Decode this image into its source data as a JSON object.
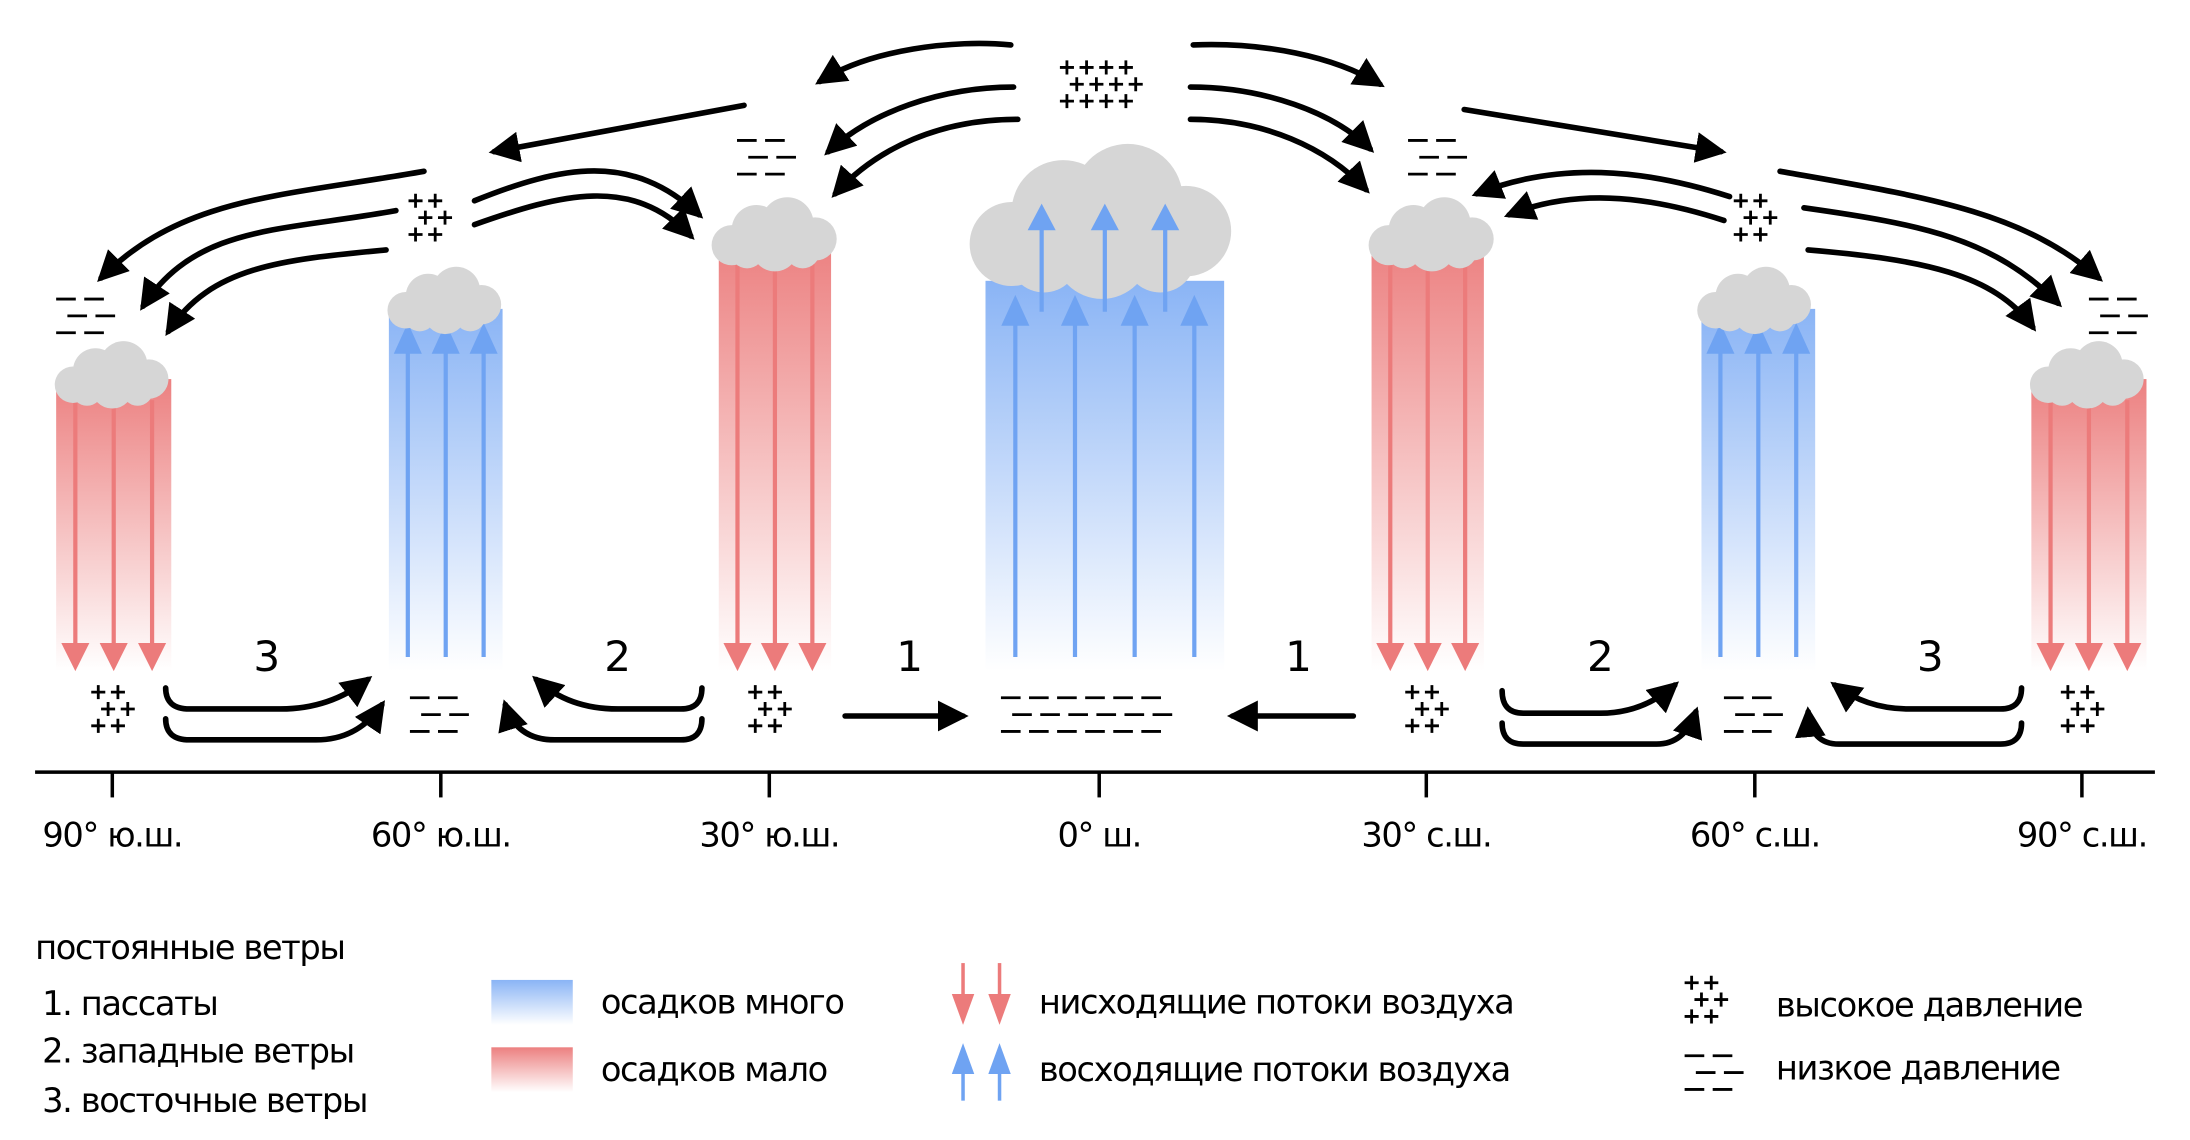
{
  "colors": {
    "descending_air": "#ec7b7b",
    "rising_air": "#6fa3f2",
    "low_precipitation": "#ec8585",
    "high_precipitation": "#8ab4f5",
    "cloud": "#d6d6d6",
    "wind": "#000000"
  },
  "columns": [
    {
      "label": "90° ю.ш.",
      "precipitation": "low",
      "air_flow": "descending",
      "surface_pressure": "high"
    },
    {
      "label": "60° ю.ш.",
      "precipitation": "high",
      "air_flow": "rising",
      "surface_pressure": "low"
    },
    {
      "label": "30° ю.ш.",
      "precipitation": "low",
      "air_flow": "descending",
      "surface_pressure": "high"
    },
    {
      "label": "0° ш.",
      "precipitation": "high",
      "air_flow": "rising",
      "surface_pressure": "low"
    },
    {
      "label": "30° с.ш.",
      "precipitation": "low",
      "air_flow": "descending",
      "surface_pressure": "high"
    },
    {
      "label": "60° с.ш.",
      "precipitation": "high",
      "air_flow": "rising",
      "surface_pressure": "low"
    },
    {
      "label": "90° с.ш.",
      "precipitation": "low",
      "air_flow": "descending",
      "surface_pressure": "high"
    }
  ],
  "wind_numbers": [
    "3",
    "2",
    "1",
    "1",
    "2",
    "3"
  ],
  "legend": {
    "winds_title": "постоянные ветры",
    "winds": [
      "1. пассаты",
      "2. западные ветры",
      "3. восточные ветры"
    ],
    "precip_high": "осадков много",
    "precip_low": "осадков мало",
    "descending": "нисходящие потоки воздуха",
    "rising": "восходящие потоки воздуха",
    "high_pressure": "высокое давление",
    "low_pressure": "низкое давление",
    "icons": {
      "high_pressure": "plus-signs-icon",
      "low_pressure": "dashes-icon"
    }
  }
}
